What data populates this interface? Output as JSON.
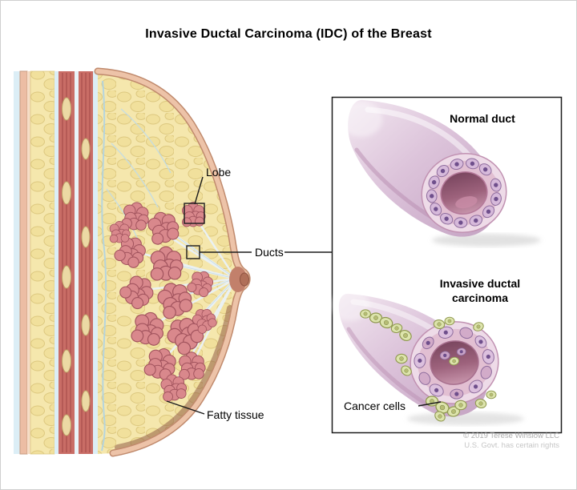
{
  "title": "Invasive Ductal Carcinoma (IDC) of the Breast",
  "main_figure": {
    "lobe_label": "Lobe",
    "ducts_label": "Ducts",
    "fatty_tissue_label": "Fatty tissue"
  },
  "inset": {
    "normal_duct_label": "Normal duct",
    "idc_label_line1": "Invasive ductal",
    "idc_label_line2": "carcinoma",
    "cancer_cells_label": "Cancer cells"
  },
  "credit": {
    "line1": "© 2019 Terese Winslow LLC",
    "line2": "U.S. Govt. has certain rights"
  },
  "palette": {
    "fat_yellow": "#f5e7ad",
    "lobule_pink": "#d9888c",
    "skin_tan": "#edc3a8",
    "muscle_red": "#c96d66",
    "duct_lavender": "#d8bcd4",
    "lumen_mauve": "#a5677f",
    "cancer_cell_green": "#dde4ac",
    "credit_gray": "#b3b3b3"
  }
}
